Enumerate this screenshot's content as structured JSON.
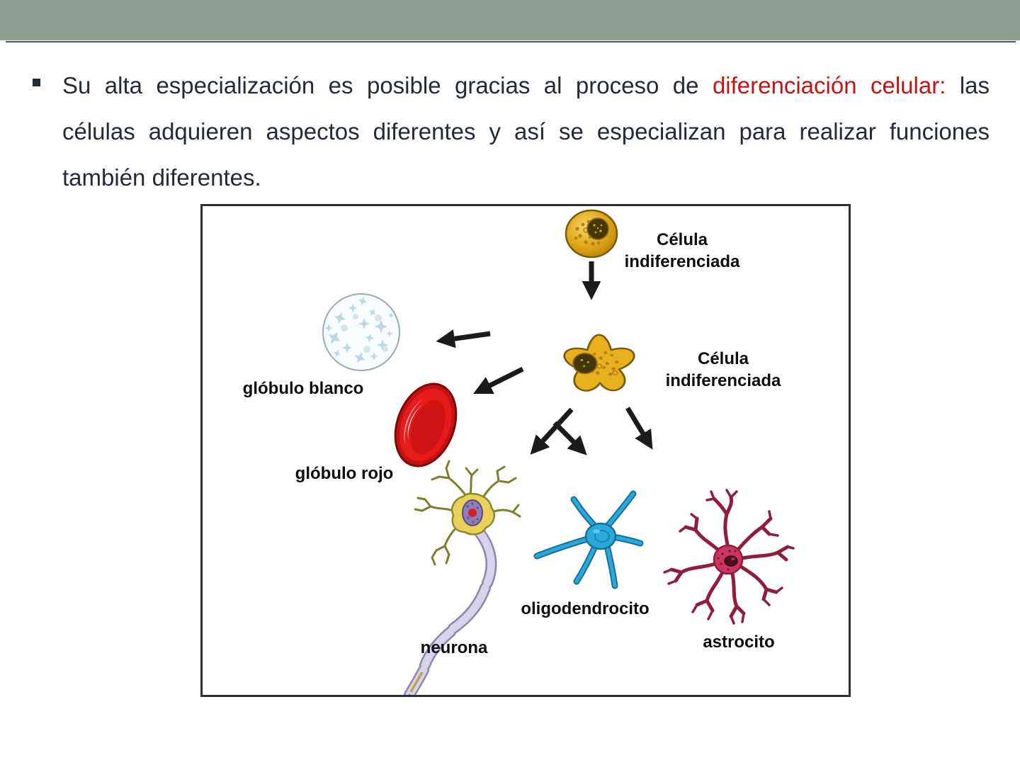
{
  "slide_text": {
    "line1_pre": "Su alta especialización es posible gracias al proceso de",
    "line1_highlight": "diferenciación celular:",
    "line1_post": "las",
    "line2": "células adquieren aspectos  diferentes y así se especializan para realizar funciones",
    "line3": "también diferentes."
  },
  "diagram": {
    "labels": {
      "cell_top": "Célula\nindiferenciada",
      "cell_mid": "Célula\nindiferenciada",
      "white_cell": "glóbulo blanco",
      "red_cell": "glóbulo rojo",
      "neuron": "neurona",
      "oligodendrocyte": "oligodendrocito",
      "astrocyte": "astrocito"
    }
  },
  "colors": {
    "header_bar": "#8f9e93",
    "header_divider": "#54555b",
    "body_text": "#242b38",
    "highlight_text": "#c01418",
    "diagram_border": "#303030",
    "undifferentiated_cell": "#e0a81a",
    "white_cell_fleck": "#bcd9e3",
    "red_cell": "#e61c1c",
    "neuron_soma": "#ecd158",
    "neuron_axon": "#d8d2ec",
    "oligodendrocyte": "#2ba7da",
    "astrocyte": "#cb3560",
    "arrow": "#1b1b1b"
  }
}
